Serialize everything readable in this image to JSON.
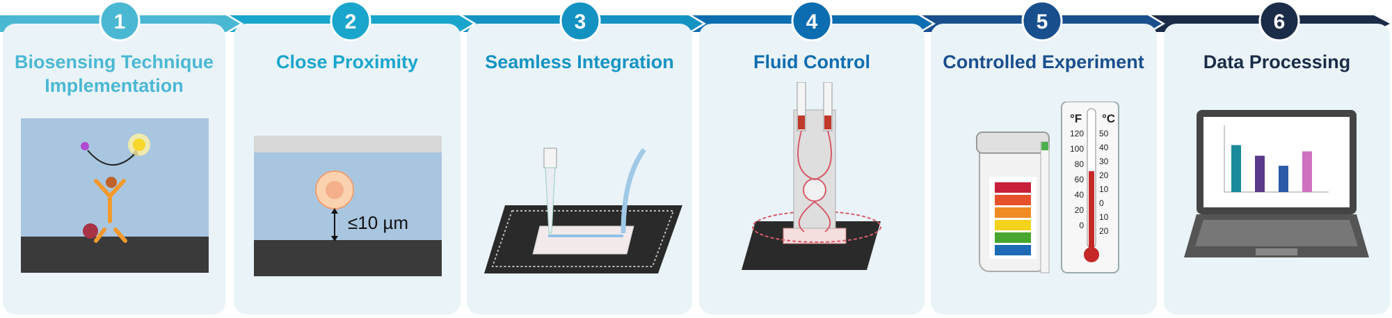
{
  "steps": [
    {
      "number": "1",
      "title": "Biosensing Technique Implementation",
      "color": "#4bb8d3"
    },
    {
      "number": "2",
      "title": "Close Proximity",
      "color": "#1aa6cc"
    },
    {
      "number": "3",
      "title": "Seamless Integration",
      "color": "#1493c3"
    },
    {
      "number": "4",
      "title": "Fluid Control",
      "color": "#0d6db1"
    },
    {
      "number": "5",
      "title": "Controlled Experiment",
      "color": "#1a4f8e"
    },
    {
      "number": "6",
      "title": "Data Processing",
      "color": "#1b2c48"
    }
  ],
  "proximity_label": "≤10 µm",
  "thermometer": {
    "f_unit": "°F",
    "c_unit": "°C",
    "f_ticks": [
      "120",
      "100",
      "80",
      "60",
      "40",
      "20",
      "0"
    ],
    "c_ticks": [
      "50",
      "40",
      "30",
      "20",
      "10",
      "0",
      "10",
      "20"
    ]
  },
  "strip_colors": [
    "#c8203a",
    "#e6502a",
    "#f08a22",
    "#f3d21c",
    "#47a62f",
    "#1d6bb5"
  ],
  "chart": {
    "bar_values": [
      0.75,
      0.58,
      0.42,
      0.65
    ],
    "bar_colors": [
      "#1a8a9a",
      "#5a3a8a",
      "#2a5aa8",
      "#d070c0"
    ]
  }
}
